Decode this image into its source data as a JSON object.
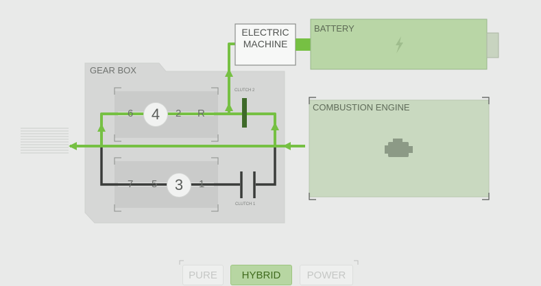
{
  "labels": {
    "gearbox": "GEAR BOX",
    "electric_machine_line1": "ELECTRIC",
    "electric_machine_line2": "MACHINE",
    "battery": "BATTERY",
    "combustion_engine": "COMBUSTION ENGINE",
    "clutch2": "CLUTCH 2",
    "clutch1": "CLUTCH 1"
  },
  "gear_shafts": {
    "upper": [
      "6",
      "4",
      "2",
      "R"
    ],
    "lower": [
      "7",
      "5",
      "3",
      "1"
    ],
    "upper_engaged": "4",
    "lower_engaged": "3"
  },
  "modes": {
    "items": [
      {
        "label": "PURE",
        "active": false
      },
      {
        "label": "HYBRID",
        "active": true
      },
      {
        "label": "POWER",
        "active": false
      }
    ]
  },
  "icons": {
    "battery": "lightning-bolt-icon",
    "engine": "engine-icon"
  },
  "colors": {
    "flow": "#76c043",
    "inactive_line": "#3a3c3a",
    "battery_fill": "#b9d6a6",
    "engine_fill": "#c9d9c0",
    "gearbox_fill": "#d6d7d6",
    "background": "#e9eae9"
  }
}
